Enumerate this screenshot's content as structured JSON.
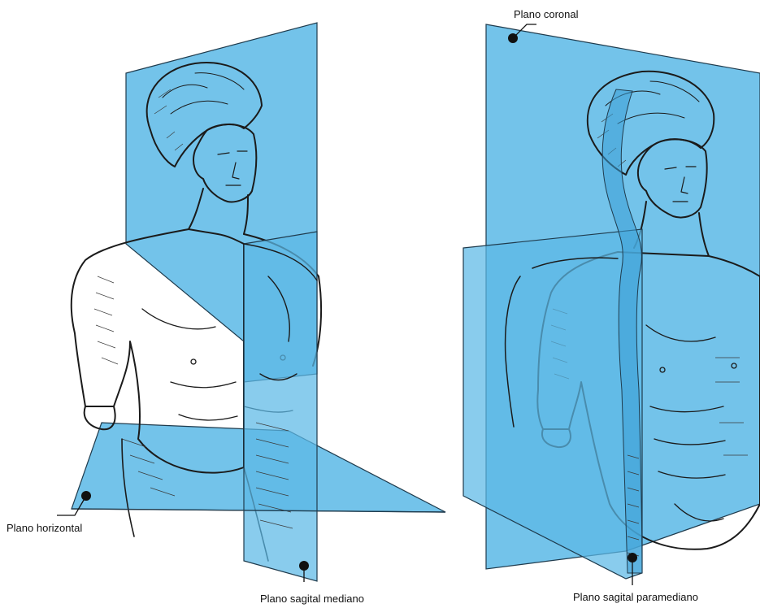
{
  "labels": {
    "horizontal": "Plano horizontal",
    "median": "Plano sagital mediano",
    "coronal": "Plano coronal",
    "paramedian": "Plano sagital paramediano"
  },
  "colors": {
    "plane_fill": "#5bb8e6",
    "plane_stroke": "#1f3b4d",
    "ink": "#1b1b1b"
  }
}
